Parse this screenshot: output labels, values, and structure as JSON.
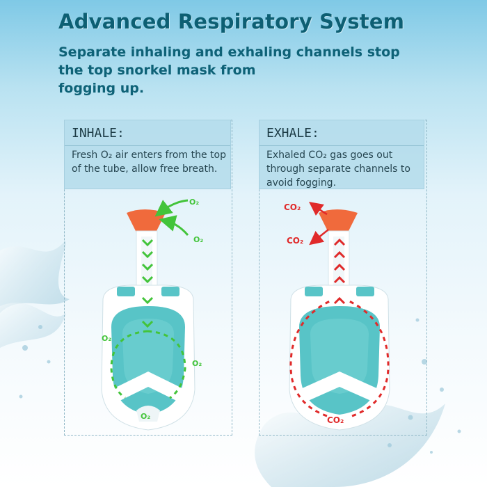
{
  "title": "Advanced Respiratory System",
  "subtitle": "Separate inhaling and exhaling channels stop\nthe top snorkel mask from\nfogging up.",
  "inhale": {
    "heading": "INHALE:",
    "description": "Fresh O₂ air enters from the top of the tube, allow free breath.",
    "gas_label": "O₂"
  },
  "exhale": {
    "heading": "EXHALE:",
    "description": "Exhaled CO₂ gas goes out through separate channels to avoid fogging.",
    "gas_label": "CO₂"
  },
  "colors": {
    "title": "#0d5f73",
    "inhale_arrow": "#43c43a",
    "exhale_arrow": "#e02a2a",
    "mask_teal": "#58c4c7",
    "valve_orange": "#f06a3c"
  }
}
